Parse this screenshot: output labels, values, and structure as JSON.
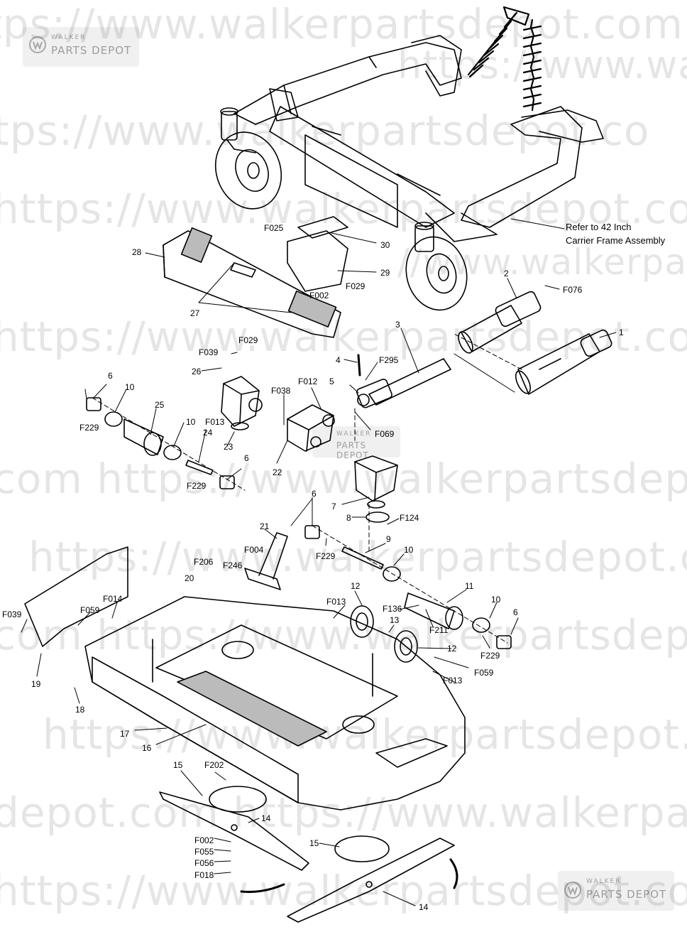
{
  "watermark": {
    "lines": [
      "tps://www.walkerpartsdepot.com",
      "https://www.walkerpartsdepot.com",
      "tps://www.walkerpartsdepot.co",
      "https://www.walkerpartsdepot.com https",
      "//www.walkerpartsdepot.com",
      "https://www.walkerpartsdepot.com  htt",
      "com  https://www.walkerpartsdepot.com",
      "https://www.walkerpartsdepot.com",
      "com  https://www.walkerpartsdepot.com",
      "https://www.walkerpartsdepot.com",
      "depot.com  https://www.walkerpartsdepot",
      "https://www.walkerpartsdepot.com"
    ],
    "badge_top": "WALKER",
    "badge_bottom": "PARTS DEPOT"
  },
  "note": {
    "line1": "Refer to 42 Inch",
    "line2": "Carrier Frame Assembly"
  },
  "labels": {
    "F025": "F025",
    "n30": "30",
    "n28": "28",
    "n29": "29",
    "F002a": "F002",
    "F029a": "F029",
    "n27": "27",
    "F029b": "F029",
    "n2": "2",
    "F076": "F076",
    "n1": "1",
    "n3": "3",
    "F039a": "F039",
    "n26": "26",
    "n4": "4",
    "F295": "F295",
    "n5": "5",
    "F012": "F012",
    "F038": "F038",
    "F069": "F069",
    "n6a": "6",
    "n10a": "10",
    "n25": "25",
    "F229a": "F229",
    "n10b": "10",
    "F013a": "F013",
    "n24": "24",
    "n23": "23",
    "n6b": "6",
    "F229b": "F229",
    "n22": "22",
    "n7": "7",
    "n8": "8",
    "F124": "F124",
    "n6c": "6",
    "F229c": "F229",
    "n9": "9",
    "n10c": "10",
    "n21": "21",
    "F004": "F004",
    "F206": "F206",
    "F246": "F246",
    "n20": "20",
    "n11": "11",
    "n12a": "12",
    "F013b": "F013",
    "F136": "F136",
    "n13": "13",
    "F211": "F211",
    "n10d": "10",
    "n6d": "6",
    "F229d": "F229",
    "n12b": "12",
    "F059a": "F059",
    "F013c": "F013",
    "F014": "F014",
    "F059b": "F059",
    "F039b": "F039",
    "n19": "19",
    "n18": "18",
    "n17": "17",
    "n16": "16",
    "n15a": "15",
    "F202": "F202",
    "n14a": "14",
    "F002b": "F002",
    "F055": "F055",
    "F056": "F056",
    "F018": "F018",
    "n15b": "15",
    "n14b": "14"
  }
}
